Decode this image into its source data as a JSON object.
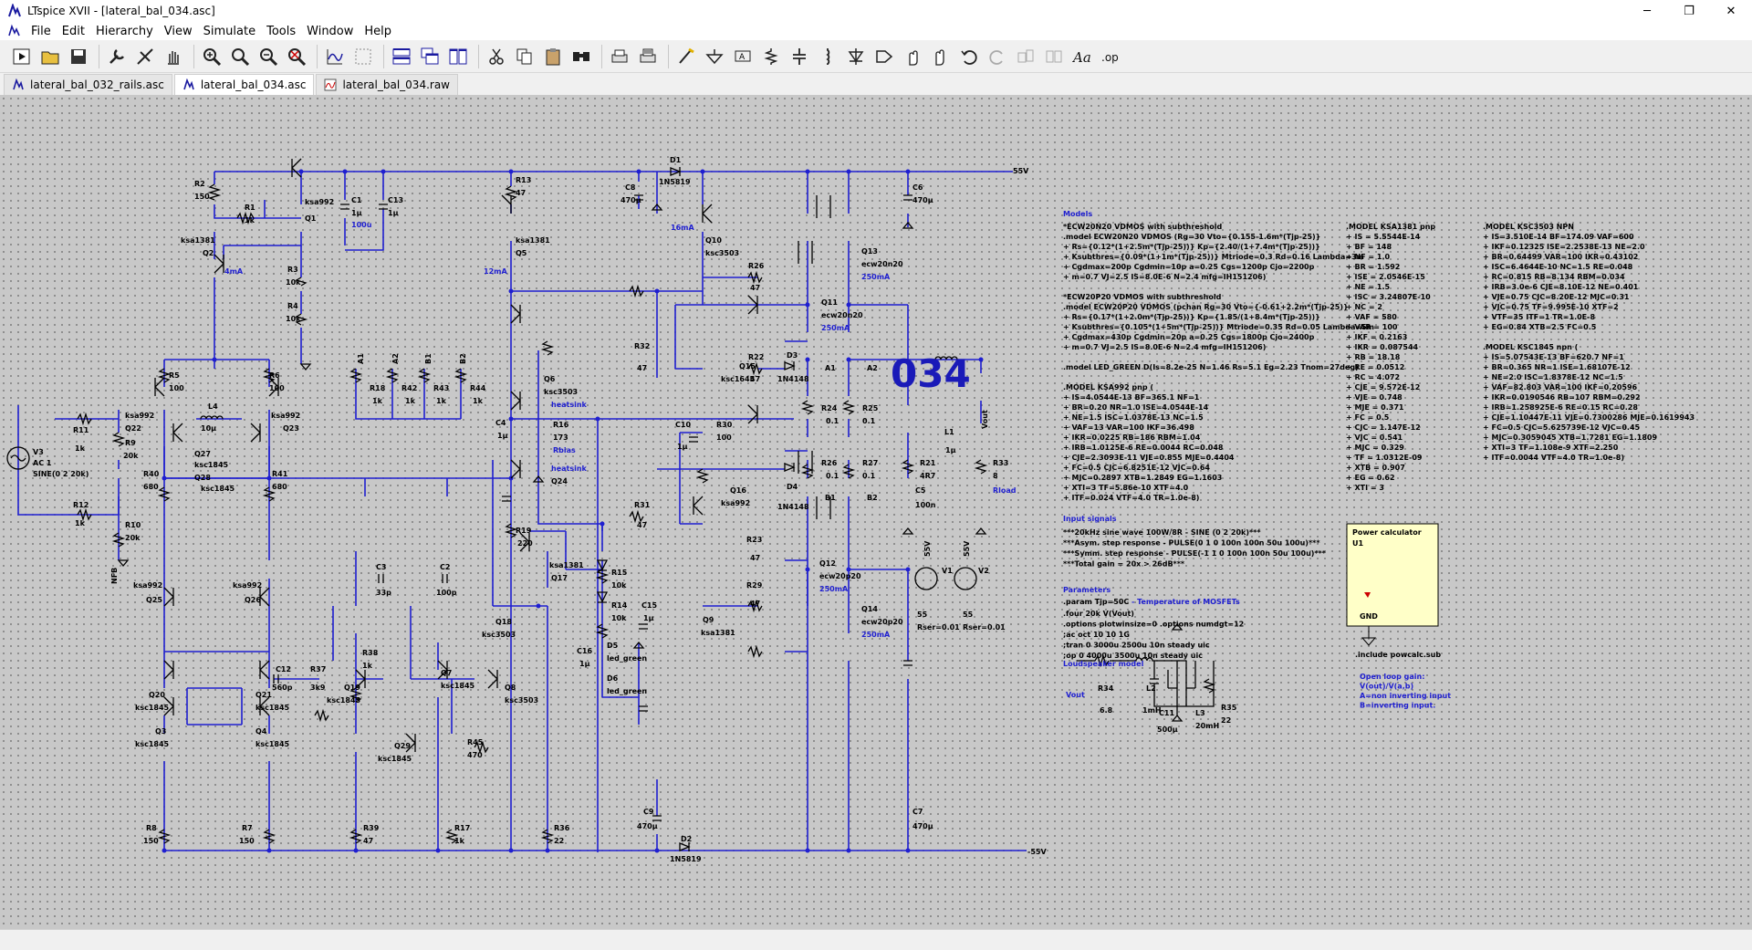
{
  "window": {
    "title": "LTspice XVII - [lateral_bal_034.asc]",
    "minimize": "─",
    "maximize": "❐",
    "close": "✕"
  },
  "menu": [
    "File",
    "Edit",
    "Hierarchy",
    "View",
    "Simulate",
    "Tools",
    "Window",
    "Help"
  ],
  "toolbar_icons": [
    "run-icon",
    "open-icon",
    "save-icon",
    "control-panel-icon",
    "halt-icon",
    "pan-icon",
    "zoom-in-icon",
    "zoom-area-icon",
    "zoom-out-icon",
    "zoom-cancel-icon",
    "autorange-icon",
    "zoom-back-icon",
    "tile-horizontal-icon",
    "cascade-icon",
    "tile-vertical-icon",
    "cut-icon",
    "copy-icon",
    "paste-icon",
    "find-icon",
    "print-icon",
    "print-preview-icon",
    "wire-icon",
    "ground-icon",
    "label-net-icon",
    "resistor-icon",
    "capacitor-icon",
    "inductor-icon",
    "diode-icon",
    "component-icon",
    "move-icon",
    "drag-icon",
    "undo-icon",
    "redo-icon",
    "rotate-icon",
    "mirror-icon",
    "text-icon",
    "spice-directive-icon"
  ],
  "tabs": [
    {
      "label": "lateral_bal_032_rails.asc",
      "active": false
    },
    {
      "label": "lateral_bal_034.asc",
      "active": true
    },
    {
      "label": "lateral_bal_034.raw",
      "active": false
    }
  ],
  "schematic": {
    "big_label": "034",
    "rail_pos": "55V",
    "rail_neg": "-55V",
    "components": {
      "R2": "R2",
      "R2v": "150",
      "R1": "R1",
      "R1v": "1k",
      "Q1": "Q1",
      "Q1t": "ksa992",
      "C1": "C1",
      "C1v": "1µ",
      "C1v2": "100u",
      "C13": "C13",
      "C13v": "1µ",
      "R13": "R13",
      "R13v": "47",
      "Q2": "Q2",
      "Q2t": "ksa1381",
      "I4": "4mA",
      "R3": "R3",
      "R3v": "10k",
      "R4": "R4",
      "R4v": "10k",
      "Q5": "Q5",
      "Q5t": "ksa1381",
      "I12": "12mA",
      "C8": "C8",
      "C8v": "470µ",
      "D1": "D1",
      "D1t": "1N5819",
      "C6": "C6",
      "C6v": "470µ",
      "Q10": "Q10",
      "Q10t": "ksc3503",
      "I16": "16mA",
      "Q13": "Q13",
      "Q13t": "ecw20n20",
      "I250a": "250mA",
      "R26": "R26",
      "R26v": "47",
      "R22": "R22",
      "R22v": "47",
      "Q11": "Q11",
      "Q11t": "ecw20n20",
      "I250b": "250mA",
      "R5": "R5",
      "R5v": "100",
      "R6": "R6",
      "R6v": "100",
      "L4": "L4",
      "L4v": "10µ",
      "Q22": "Q22",
      "Q22t": "ksa992",
      "Q23": "Q23",
      "Q23t": "ksa992",
      "R11": "R11",
      "R11v": "1k",
      "R9": "R9",
      "R9v": "20k",
      "Q27": "Q27",
      "Q27t": "ksc1845",
      "Q28": "Q28",
      "Q28t": "ksc1845",
      "R40": "R40",
      "R40v": "680",
      "R41": "R41",
      "R41v": "680",
      "V3": "V3",
      "V3t": "AC 1",
      "V3s": "SINE(0 2 20k)",
      "R12": "R12",
      "R12v": "1k",
      "R10": "R10",
      "R10v": "20k",
      "NFB": "NFB",
      "Q6": "Q6",
      "Q6t": "ksc3503",
      "hs1": "heatsink",
      "R16": "R16",
      "R16v": "173",
      "Rbias": "Rbias",
      "hs2": "heatsink",
      "Q24": "Q24",
      "C4": "C4",
      "C4v": "1µ",
      "R32": "R32",
      "R32v": "47",
      "Q15": "Q15",
      "Q15t": "ksc1645",
      "D3": "D3",
      "D3t": "1N4148",
      "A1": "A1",
      "A2": "A2",
      "R24": "R24",
      "R24v": "0.1",
      "R25": "R25",
      "R25v": "0.1",
      "C10": "C10",
      "C10v": "1µ",
      "R30": "R30",
      "R30v": "100",
      "R26b": "R26",
      "R26bv": "0.1",
      "R27": "R27",
      "R27v": "0.1",
      "R21": "R21",
      "R21v": "4R7",
      "C5": "C5",
      "C5v": "100n",
      "L1": "L1",
      "L1v": "1µ",
      "R33": "R33",
      "R33v": "8",
      "Rload": "Rload",
      "Vout": "Vout",
      "Q16": "Q16",
      "Q16t": "ksa992",
      "D4": "D4",
      "D4t": "1N4148",
      "B1": "B1",
      "B2": "B2",
      "R31": "R31",
      "R31v": "47",
      "R18": "R18",
      "R18v": "1k",
      "R42": "R42",
      "R42v": "1k",
      "R43": "R43",
      "R43v": "1k",
      "R44": "R44",
      "R44v": "1k",
      "nA1": "A1",
      "nA2": "A2",
      "nB1": "B1",
      "nB2": "B2",
      "R19": "R19",
      "R19v": "220",
      "Q17": "Q17",
      "Q17t": "ksa1381",
      "R15": "R15",
      "R15v": "10k",
      "R14": "R14",
      "R14v": "10k",
      "C15": "C15",
      "C15v": "1µ",
      "Q18": "Q18",
      "Q18t": "ksc3503",
      "C16": "C16",
      "C16v": "1µ",
      "D5": "D5",
      "D5t": "led_green",
      "D6": "D6",
      "D6t": "led_green",
      "C3": "C3",
      "C3v": "33p",
      "C2": "C2",
      "C2v": "100p",
      "Q25": "Q25",
      "Q25t": "ksa992",
      "Q26": "Q26",
      "Q26t": "ksa992",
      "C12": "C12",
      "C12v": "560p",
      "R37": "R37",
      "R37v": "3k9",
      "R38": "R38",
      "R38v": "1k",
      "Q19": "Q19",
      "Q19t": "ksc1845",
      "Q7": "Q7",
      "Q7t": "ksc1845",
      "Q8": "Q8",
      "Q8t": "ksc3503",
      "Q20": "Q20",
      "Q20t": "ksc1845",
      "Q21": "Q21",
      "Q21t": "ksc1845",
      "Q3": "Q3",
      "Q3t": "ksc1845",
      "Q4": "Q4",
      "Q4t": "ksc1845",
      "Q29": "Q29",
      "Q29t": "ksc1845",
      "R45": "R45",
      "R45v": "470",
      "R8": "R8",
      "R8v": "150",
      "R7": "R7",
      "R7v": "150",
      "R39": "R39",
      "R39v": "47",
      "R17": "R17",
      "R17v": "1k",
      "R36": "R36",
      "R36v": "22",
      "R23": "R23",
      "R23v": "47",
      "Q12": "Q12",
      "Q12t": "ecw20p20",
      "I250c": "250mA",
      "R29": "R29",
      "R29v": "47",
      "Q9": "Q9",
      "Q9t": "ksa1381",
      "Q14": "Q14",
      "Q14t": "ecw20p20",
      "I250d": "250mA",
      "C9": "C9",
      "C9v": "470µ",
      "D2": "D2",
      "D2t": "1N5819",
      "C7": "C7",
      "C7v": "470µ",
      "V1": "V1",
      "V1v": "55",
      "V1r": "Rser=0.01",
      "V2": "V2",
      "V2v": "55",
      "V2r": "Rser=0.01",
      "v55a": "55V",
      "v55b": "55V",
      "vm55": "-55V"
    },
    "models_title": "Models",
    "models_col1": [
      "*ECW20N20 VDMOS with subthreshold",
      ".model ECW20N20 VDMOS (Rg=30 Vto={0.155-1.6m*(Tjp-25)}",
      "+ Rs={0.12*(1+2.5m*(Tjp-25))} Kp={2.40/(1+7.4m*(Tjp-25))}",
      "+ Ksubthres={0.09*(1+1m*(Tjp-25))} Mtriode=0.3 Rd=0.16 Lambda=3m",
      "+ Cgdmax=200p Cgdmin=10p a=0.25 Cgs=1200p Cjo=2200p",
      "+ m=0.7 VJ=2.5 IS=8.0E-6 N=2.4 mfg=IH151206)",
      "",
      "*ECW20P20 VDMOS with subthreshold",
      ".model ECW20P20 VDMOS (pchan Rg=30 Vto={-0.61+2.2m*(Tjp-25)}",
      "+ Rs={0.17*(1+2.0m*(Tjp-25))} Kp={1.85/(1+8.4m*(Tjp-25))}",
      "+ Ksubthres={0.105*(1+5m*(Tjp-25))} Mtriode=0.35 Rd=0.05 Lambda=5m",
      "+ Cgdmax=430p Cgdmin=20p a=0.25 Cgs=1800p Cjo=2400p",
      "+ m=0.7 VJ=2.5 IS=8.0E-6 N=2.4 mfg=IH151206)",
      "",
      ".model LED_GREEN D(Is=8.2e-25 N=1.46 Rs=5.1 Eg=2.23 Tnom=27deg)",
      "",
      ".MODEL KSA992 pnp (",
      "+ IS=4.0544E-13    BF=365.1      NF=1",
      "+ BR=0.20       NR=1.0      ISE=4.0544E-14",
      "+ NE=1.5       ISC=1.0378E-13    NC=1.5",
      "+ VAF=13       VAR=100       IKF=36.498",
      "+ IKR=0.0225      RB=186       RBM=1.04",
      "+ IRB=1.0125E-6    RE=0.0044      RC=0.048",
      "+ CJE=2.3093E-11    VJE=0.855      MJE=0.4404",
      "+ FC=0.5       CJC=6.8251E-12    VJC=0.64",
      "+ MJC=0.2897      XTB=1.2849      EG=1.1603",
      "+ XTI=3       TF=5.86e-10     XTF=4.0",
      "+ ITF=0.024      VTF=4.0      TR=1.0e-8)"
    ],
    "models_col2": [
      ".MODEL KSA1381 pnp",
      "+ IS = 5.5544E-14",
      "+ BF = 148",
      "+ NF = 1.0",
      "+ BR = 1.592",
      "+ ISE = 2.0546E-15",
      "+ NE = 1.5",
      "+ ISC = 3.24807E-10",
      "+ NC = 2",
      "+ VAF = 580",
      "+ VAR = 100",
      "+ IKF = 0.2163",
      "+ IKR = 0.087544",
      "+ RB = 18.18",
      "+ RE = 0.0512",
      "+ RC = 4.072",
      "+ CJE = 9.572E-12",
      "+ VJE = 0.748",
      "+ MJE = 0.371",
      "+ FC = 0.5",
      "+ CJC = 1.147E-12",
      "+ VJC = 0.541",
      "+ MJC = 0.329",
      "+ TF = 1.0312E-09",
      "+ XTB = 0.907",
      "+ EG = 0.62",
      "+ XTI = 3"
    ],
    "models_col3": [
      ".MODEL KSC3503 NPN",
      "+ IS=3.510E-14       BF=174.09        VAF=600",
      "+ IKF=0.12325        ISE=2.2538E-13    NE=2.0",
      "+ BR=0.64499        VAR=100          IKR=0.43102",
      "+ ISC=6.4644E-10     NC=1.5           RE=0.048",
      "+ RC=0.815           RB=8.134          RBM=0.034",
      "+ IRB=3.0e-6         CJE=8.10E-12      NE=0.401",
      "+ VJE=0.75           CJC=8.20E-12      MJC=0.31",
      "+ VJC=0.75           TF=9.995E-10     XTF=2",
      "+ VTF=35             ITF=1            TR=1.0E-8",
      "+ EG=0.84            XTB=2.5          FC=0.5",
      "",
      ".MODEL KSC1845 npn (",
      "+ IS=5.07543E-13   BF=620.7      NF=1",
      "+ BR=0.365       NR=1       ISE=1.68107E-12",
      "+ NE=2.0       ISC=1.8378E-12    NC=1.5",
      "+ VAF=82.803       VAR=100      IKF=0.20596",
      "+ IKR=0.0190546      RB=107      RBM=0.292",
      "+ IRB=1.258925E-6      RE=0.15      RC=0.28",
      "+ CJE=1.10447E-11    VJE=0.7300286    MJE=0.1619943",
      "+ FC=0.5       CJC=5.625739E-12    VJC=0.45",
      "+ MJC=0.3059045      XTB=1.7281      EG=1.1809",
      "+ XTI=3       TF=1.108e-9     XTF=2.250",
      "+ ITF=0.0044      VTF=4.0      TR=1.0e-8)"
    ],
    "input_signals_title": "Input signals",
    "input_signals": [
      "***20kHz sine wave 100W/8R - SINE (0 2 20k)***",
      "***Asym. step response - PULSE(0 1 0 100n 100n 50u 100u)***",
      "***Symm. step response - PULSE(-1 1 0 100n 100n 50u 100u)***",
      "***Total gain = 20x > 26dB***"
    ],
    "parameters_title": "Parameters",
    "param_line": ".param Tjp=50C",
    "param_note": "- Temperature of MOSFETs",
    "directives": [
      ".four 20k V(Vout)",
      ".options plotwinsize=0   .options numdgt=12",
      ";ac oct 10 10 1G",
      ";tran 0 3000u 2500u 10n steady uic",
      ";op 0 4000u 3500u 10n steady uic"
    ],
    "power_calc_title": "Power calculator",
    "power_calc_ref": "U1",
    "power_calc_gnd": "GND",
    "include": ".include powcalc.sub",
    "speaker_title": "Loudspeaker model",
    "speaker": {
      "vout": "Vout",
      "R34": "R34",
      "R34v": "6.8",
      "L2": "L2",
      "L2v": "1mH",
      "C11": "C11",
      "C11v": "500µ",
      "L3": "L3",
      "L3v": "20mH",
      "R35": "R35",
      "R35v": "22"
    },
    "open_loop": [
      "Open loop gain:",
      "V(out)/V(a,b)",
      "A=non inverting input",
      "B=inverting input."
    ]
  }
}
